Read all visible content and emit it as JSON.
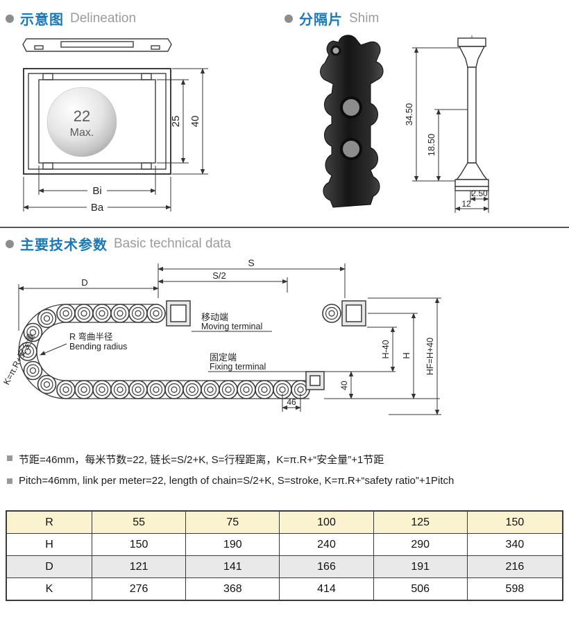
{
  "headers": {
    "delineation_zh": "示意图",
    "delineation_en": "Delineation",
    "shim_zh": "分隔片",
    "shim_en": "Shim",
    "tech_zh": "主要技术参数",
    "tech_en": "Basic technical data"
  },
  "delineation": {
    "ball_value": "22",
    "ball_unit": "Max.",
    "dim_inner_h": "25",
    "dim_outer_h": "40",
    "dim_inner_w": "Bi",
    "dim_outer_w": "Ba"
  },
  "shim": {
    "dim_total_h": "34.50",
    "dim_partial_h": "18.50",
    "dim_thickness": "2.50",
    "dim_base_w": "12"
  },
  "diagram": {
    "dim_s": "S",
    "dim_s2": "S/2",
    "dim_d": "D",
    "label_k": "K=π.R+安全量",
    "moving_zh": "移动端",
    "moving_en": "Moving terminal",
    "radius_zh": "R 弯曲半径",
    "radius_en": "Bending radius",
    "fixed_zh": "固定端",
    "fixed_en": "Fixing terminal",
    "dim_h40": "H-40",
    "dim_h": "H",
    "dim_hf": "HF=H+40",
    "dim_40": "40",
    "dim_46": "46"
  },
  "notes": {
    "zh": "节距=46mm，每米节数=22, 链长=S/2+K, S=行程距离，K=π.R+“安全量”+1节距",
    "en": "Pitch=46mm, link per meter=22, length of chain=S/2+K, S=stroke, K=π.R+“safety ratio”+1Pitch"
  },
  "table": {
    "rows": [
      {
        "label": "R",
        "values": [
          "55",
          "75",
          "100",
          "125",
          "150"
        ]
      },
      {
        "label": "H",
        "values": [
          "150",
          "190",
          "240",
          "290",
          "340"
        ]
      },
      {
        "label": "D",
        "values": [
          "121",
          "141",
          "166",
          "191",
          "216"
        ]
      },
      {
        "label": "K",
        "values": [
          "276",
          "368",
          "414",
          "506",
          "598"
        ]
      }
    ]
  },
  "colors": {
    "accent_blue": "#1b78b6",
    "heading_gray": "#9b9b9b",
    "table_row_yellow": "#fbf2cf",
    "table_row_gray": "#e9e9e9"
  }
}
